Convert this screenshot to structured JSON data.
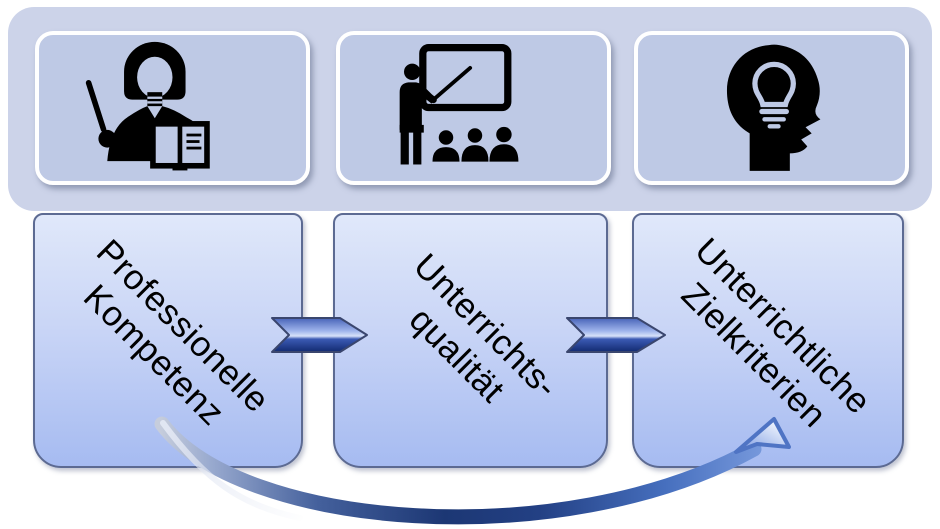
{
  "banner": {
    "background": "#ccd3e9",
    "card_fill": "#bec9e5",
    "cards": [
      {
        "icon_name": "teacher-pointer-book-icon"
      },
      {
        "icon_name": "presenter-whiteboard-audience-icon"
      },
      {
        "icon_name": "head-lightbulb-icon"
      }
    ]
  },
  "boxes": [
    {
      "line1": "Professionelle",
      "line2": "Kompetenz"
    },
    {
      "line1": "Unterrichts-",
      "line2": "qualität"
    },
    {
      "line1": "Unterrichtliche",
      "line2": "Zielkriterien"
    }
  ],
  "arrows": {
    "forward_1": "arrow-box1-to-box2",
    "forward_2": "arrow-box2-to-box3",
    "curved": "curved-arrow-box1-to-box3"
  },
  "colors": {
    "background": "#ffffff",
    "banner_fill": "#ccd3e9",
    "card_fill": "#bec9e5",
    "icon_fill": "#000000",
    "box_gradient_top": "#e0e8fa",
    "box_gradient_bottom": "#a6bbf1",
    "box_border": "#5c6a92",
    "arrow_dark": "#122a70",
    "arrow_mid": "#4763b8",
    "arrow_light": "#d7e1f9",
    "text": "#000000"
  }
}
